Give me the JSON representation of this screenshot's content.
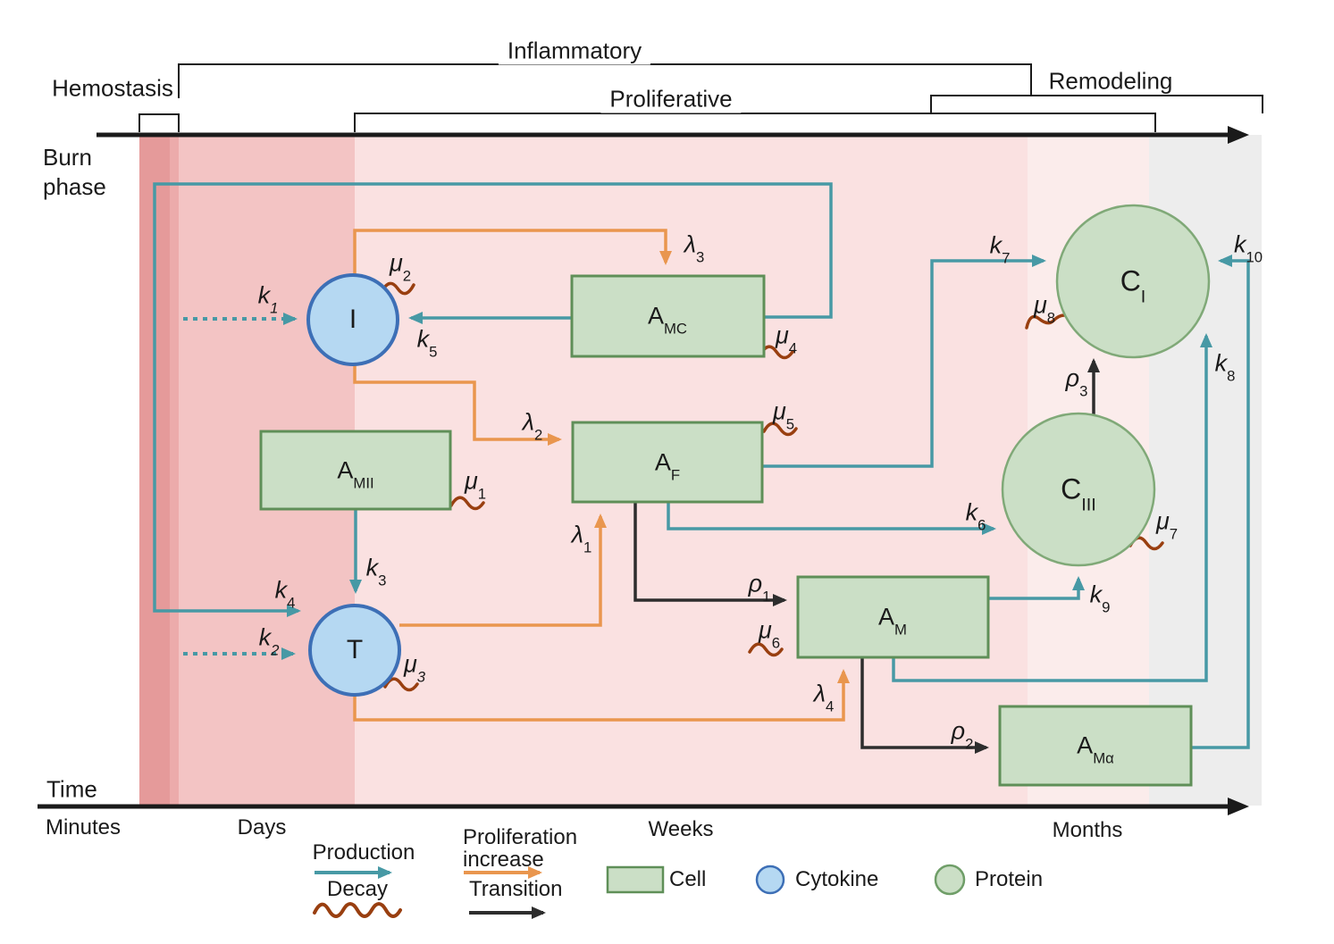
{
  "phases": {
    "hemostasis": "Hemostasis",
    "inflammatory": "Inflammatory",
    "proliferative": "Proliferative",
    "remodeling": "Remodeling"
  },
  "axes": {
    "burn_phase": "Burn phase",
    "time": "Time",
    "ticks": [
      "Minutes",
      "Days",
      "Weeks",
      "Months"
    ]
  },
  "nodes": {
    "I": {
      "base": "I",
      "sub": "",
      "type": "cytokine"
    },
    "T": {
      "base": "T",
      "sub": "",
      "type": "cytokine"
    },
    "A_MII": {
      "base": "A",
      "sub": "MII",
      "type": "cell"
    },
    "A_MC": {
      "base": "A",
      "sub": "MC",
      "type": "cell"
    },
    "A_F": {
      "base": "A",
      "sub": "F",
      "type": "cell"
    },
    "A_M": {
      "base": "A",
      "sub": "M",
      "type": "cell"
    },
    "A_Ma": {
      "base": "A",
      "sub": "Mα",
      "type": "cell"
    },
    "C_III": {
      "base": "C",
      "sub": "III",
      "type": "protein"
    },
    "C_I": {
      "base": "C",
      "sub": "I",
      "type": "protein"
    }
  },
  "rates": {
    "k1": {
      "base": "k",
      "sub": "1"
    },
    "k2": {
      "base": "k",
      "sub": "2"
    },
    "k3": {
      "base": "k",
      "sub": "3"
    },
    "k4": {
      "base": "k",
      "sub": "4"
    },
    "k5": {
      "base": "k",
      "sub": "5"
    },
    "k6": {
      "base": "k",
      "sub": "6"
    },
    "k7": {
      "base": "k",
      "sub": "7"
    },
    "k8": {
      "base": "k",
      "sub": "8"
    },
    "k9": {
      "base": "k",
      "sub": "9"
    },
    "k10": {
      "base": "k",
      "sub": "10"
    },
    "l1": {
      "base": "λ",
      "sub": "1"
    },
    "l2": {
      "base": "λ",
      "sub": "2"
    },
    "l3": {
      "base": "λ",
      "sub": "3"
    },
    "l4": {
      "base": "λ",
      "sub": "4"
    },
    "m1": {
      "base": "μ",
      "sub": "1"
    },
    "m2": {
      "base": "μ",
      "sub": "2"
    },
    "m3": {
      "base": "μ",
      "sub": "3"
    },
    "m4": {
      "base": "μ",
      "sub": "4"
    },
    "m5": {
      "base": "μ",
      "sub": "5"
    },
    "m6": {
      "base": "μ",
      "sub": "6"
    },
    "m7": {
      "base": "μ",
      "sub": "7"
    },
    "m8": {
      "base": "μ",
      "sub": "8"
    },
    "r1": {
      "base": "ρ",
      "sub": "1"
    },
    "r2": {
      "base": "ρ",
      "sub": "2"
    },
    "r3": {
      "base": "ρ",
      "sub": "3"
    }
  },
  "legend": {
    "production": "Production",
    "decay": "Decay",
    "proliferation": "Proliferation",
    "increase": "increase",
    "transition": "Transition",
    "cell": "Cell",
    "cytokine": "Cytokine",
    "protein": "Protein"
  },
  "colors": {
    "production_teal": "#4799A5",
    "proliferation_orange": "#E9964E",
    "transition_black": "#2D2D2D",
    "decay_brown": "#993F10",
    "cell_fill": "#CBDFC6",
    "cell_stroke": "#5F8F58",
    "cytokine_fill": "#B5D8F2",
    "cytokine_stroke": "#3D6FB6",
    "protein_stroke": "#80A978",
    "band_dark": "#E59A9A",
    "band_mid": "#F3C4C4",
    "band_light": "#FAE1E1",
    "band_paler": "#FBECEB",
    "band_gray": "#EDEDED"
  }
}
